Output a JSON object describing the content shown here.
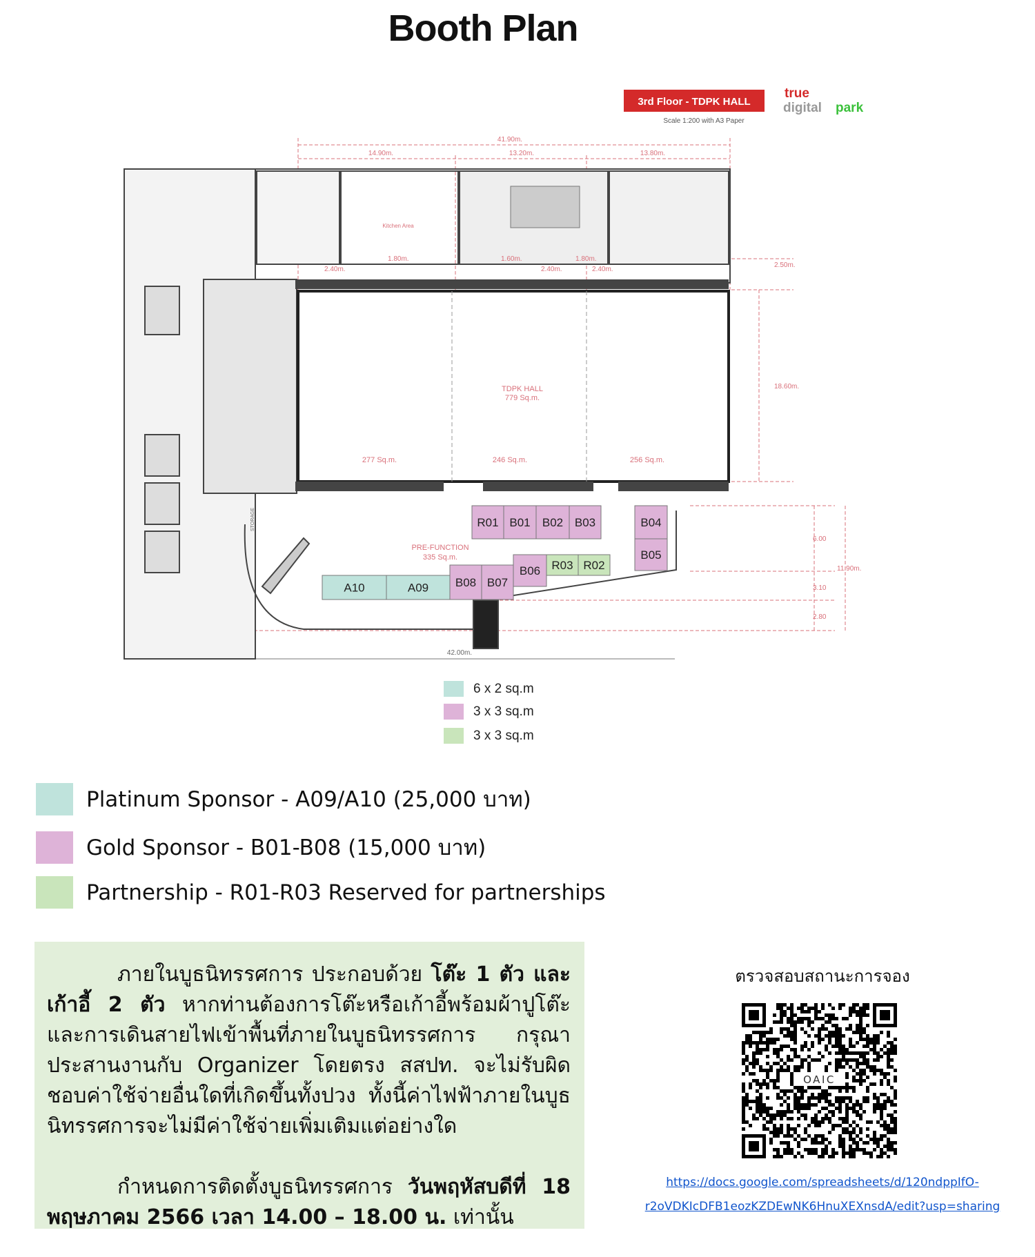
{
  "title": "Booth Plan",
  "plan": {
    "floor_badge": "3rd Floor - TDPK HALL",
    "scale_note": "Scale 1:200 with A3 Paper",
    "logo_top": "true",
    "logo_bottom_a": "digital",
    "logo_bottom_b": "park",
    "dims": {
      "total_top": "41.90m.",
      "w1": "14.90m.",
      "w2": "13.20m.",
      "w3": "13.80m.",
      "h_top": "2.50m.",
      "h_hall": "18.60m.",
      "h_pre": "11.90m.",
      "d1": "6.00",
      "d2": "3.10",
      "d3": "2.80",
      "total_bottom": "42.00m.",
      "door1": "1.80m.",
      "door2": "1.60m.",
      "door3": "1.80m.",
      "gap1": "2.40m.",
      "gap2": "2.40m.",
      "gap3": "2.40m."
    },
    "kitchen": "Kitchen Area",
    "hall_name": "TDPK HALL",
    "hall_area": "779 Sq.m.",
    "zone_areas": [
      "277 Sq.m.",
      "246 Sq.m.",
      "256 Sq.m."
    ],
    "prefunction": "PRE-FUNCTION",
    "prefunction_area": "335 Sq.m.",
    "storage": "STORAGE"
  },
  "booths": [
    {
      "id": "R01",
      "type": "gold"
    },
    {
      "id": "B01",
      "type": "gold"
    },
    {
      "id": "B02",
      "type": "gold"
    },
    {
      "id": "B03",
      "type": "gold"
    },
    {
      "id": "B04",
      "type": "gold"
    },
    {
      "id": "B05",
      "type": "gold"
    },
    {
      "id": "B06",
      "type": "gold"
    },
    {
      "id": "R03",
      "type": "partner"
    },
    {
      "id": "R02",
      "type": "partner"
    },
    {
      "id": "A10",
      "type": "platinum"
    },
    {
      "id": "A09",
      "type": "platinum"
    },
    {
      "id": "B08",
      "type": "gold"
    },
    {
      "id": "B07",
      "type": "gold"
    }
  ],
  "colors": {
    "platinum": "#bfe3dc",
    "gold": "#deb3d8",
    "partner": "#c9e5bb",
    "badge": "#d42a2a",
    "note_bg": "#e2efda",
    "link": "#1155cc"
  },
  "size_legend": [
    "6 x 2 sq.m",
    "3 x 3 sq.m",
    "3 x 3 sq.m"
  ],
  "legend": [
    "Platinum Sponsor - A09/A10 (25,000 บาท)",
    "Gold Sponsor - B01-B08 (15,000 บาท)",
    "Partnership - R01-R03 Reserved for partnerships"
  ],
  "note": {
    "p1_a": "ภายในบูธนิทรรศการ ประกอบด้วย ",
    "p1_b": "โต๊ะ 1 ตัว และเก้าอี้ 2 ตัว",
    "p1_c": " หากท่านต้องการโต๊ะหรือเก้าอี้พร้อมผ้าปูโต๊ะและการเดินสายไฟเข้าพื้นที่ภายในบูธนิทรรศการ กรุณาประสานงานกับ Organizer โดยตรง สสปท. จะไม่รับผิดชอบค่าใช้จ่ายอื่นใดที่เกิดขึ้นทั้งปวง ทั้งนี้ค่าไฟฟ้าภายในบูธนิทรรศการจะไม่มีค่าใช้จ่ายเพิ่มเติมแต่อย่างใด",
    "p2_a": "กำหนดการติดตั้งบูธนิทรรศการ ",
    "p2_b": "วันพฤหัสบดีที่ 18 พฤษภาคม 2566 เวลา 14.00 – 18.00 น.",
    "p2_c": " เท่านั้น"
  },
  "qr": {
    "title": "ตรวจสอบสถานะการจอง",
    "center_label": "OAIC"
  },
  "link": {
    "line1": "https://docs.google.com/spreadsheets/d/120ndppIfO-",
    "line2": "r2oVDKIcDFB1eozKZDEwNK6HnuXEXnsdA/edit?usp=sharing"
  }
}
